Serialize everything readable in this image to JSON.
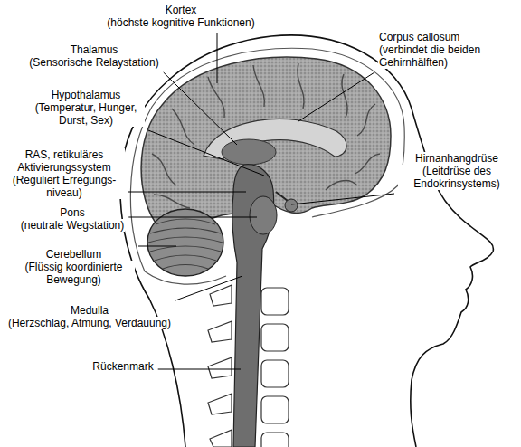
{
  "diagram": {
    "labels": [
      "Kortex",
      "(höchste kognitive Funktionen)",
      "Thalamus",
      "(Sensorische Relaystation)",
      "Corpus callosum",
      "(verbindet die beiden Gehirnhälften)",
      "Hypothalamus",
      "(Temperatur, Hunger, Durst, Sex)",
      "RAS, retikuläres Aktivierungssystem",
      "(Reguliert Erregungs- niveau)",
      "Hirnanhangdrüse",
      "(Leitdrüse des Endokrinsystems)",
      "Pons",
      "(neutrale Wegstation)",
      "Cerebellum",
      "(Flüssig koordinierte Bewegung)",
      "Medulla",
      "(Herzschlag, Atmung, Verdauung)",
      "Rückenmark"
    ]
  }
}
